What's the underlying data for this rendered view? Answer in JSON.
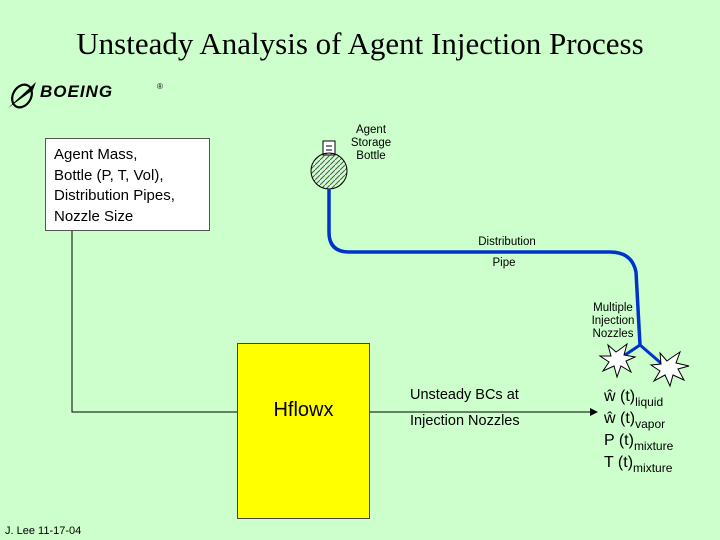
{
  "title": "Unsteady Analysis of Agent Injection Process",
  "logo": {
    "text": "BOEING",
    "reg": "®"
  },
  "inputs": {
    "lines": [
      "Agent Mass,",
      "Bottle (P, T, Vol),",
      "Distribution Pipes,",
      "Nozzle Size"
    ]
  },
  "bottle_label": {
    "lines": [
      "Agent",
      "Storage",
      "Bottle"
    ]
  },
  "pipe_label": {
    "line1": "Distribution",
    "line2": "Pipe"
  },
  "nozzle_label": {
    "lines": [
      "Multiple",
      "Injection",
      "Nozzles"
    ]
  },
  "solver": {
    "label": "Hflowx",
    "color": "#ffff00"
  },
  "bc_label": {
    "line1": "Unsteady BCs at",
    "line2": "Injection Nozzles"
  },
  "outputs": [
    {
      "main": "ŵ (t)",
      "sub": "liquid"
    },
    {
      "main": "ŵ (t)",
      "sub": "vapor"
    },
    {
      "main": "P (t)",
      "sub": "mixture"
    },
    {
      "main": "T (t)",
      "sub": "mixture"
    }
  ],
  "author": "J. Lee 11-17-04",
  "colors": {
    "background": "#ccffcc",
    "pipe": "#0033cc",
    "box": "#ffffff"
  }
}
